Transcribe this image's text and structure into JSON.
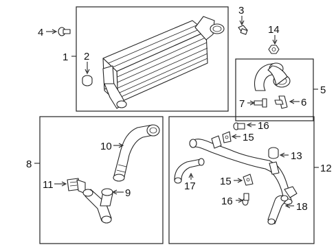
{
  "callouts": {
    "c1": "1",
    "c2": "2",
    "c3": "3",
    "c4": "4",
    "c5": "5",
    "c6": "6",
    "c7": "7",
    "c8": "8",
    "c9": "9",
    "c10": "10",
    "c11": "11",
    "c12": "12",
    "c13": "13",
    "c14": "14",
    "c15a": "15",
    "c15b": "15",
    "c16a": "16",
    "c16b": "16",
    "c17": "17",
    "c18": "18"
  },
  "parts": [
    "intercooler",
    "rubber-plug",
    "bolt",
    "push-pin",
    "nut",
    "intercooler-hose",
    "bolt-small",
    "clip",
    "turbo-outlet-hose",
    "intake-tube",
    "clamp",
    "coolant-pipe",
    "damper",
    "clip-bracket",
    "bolt-with-washer",
    "coolant-hose",
    "coolant-hose-lower"
  ],
  "colors": {
    "line": "#222222",
    "background": "#ffffff"
  }
}
